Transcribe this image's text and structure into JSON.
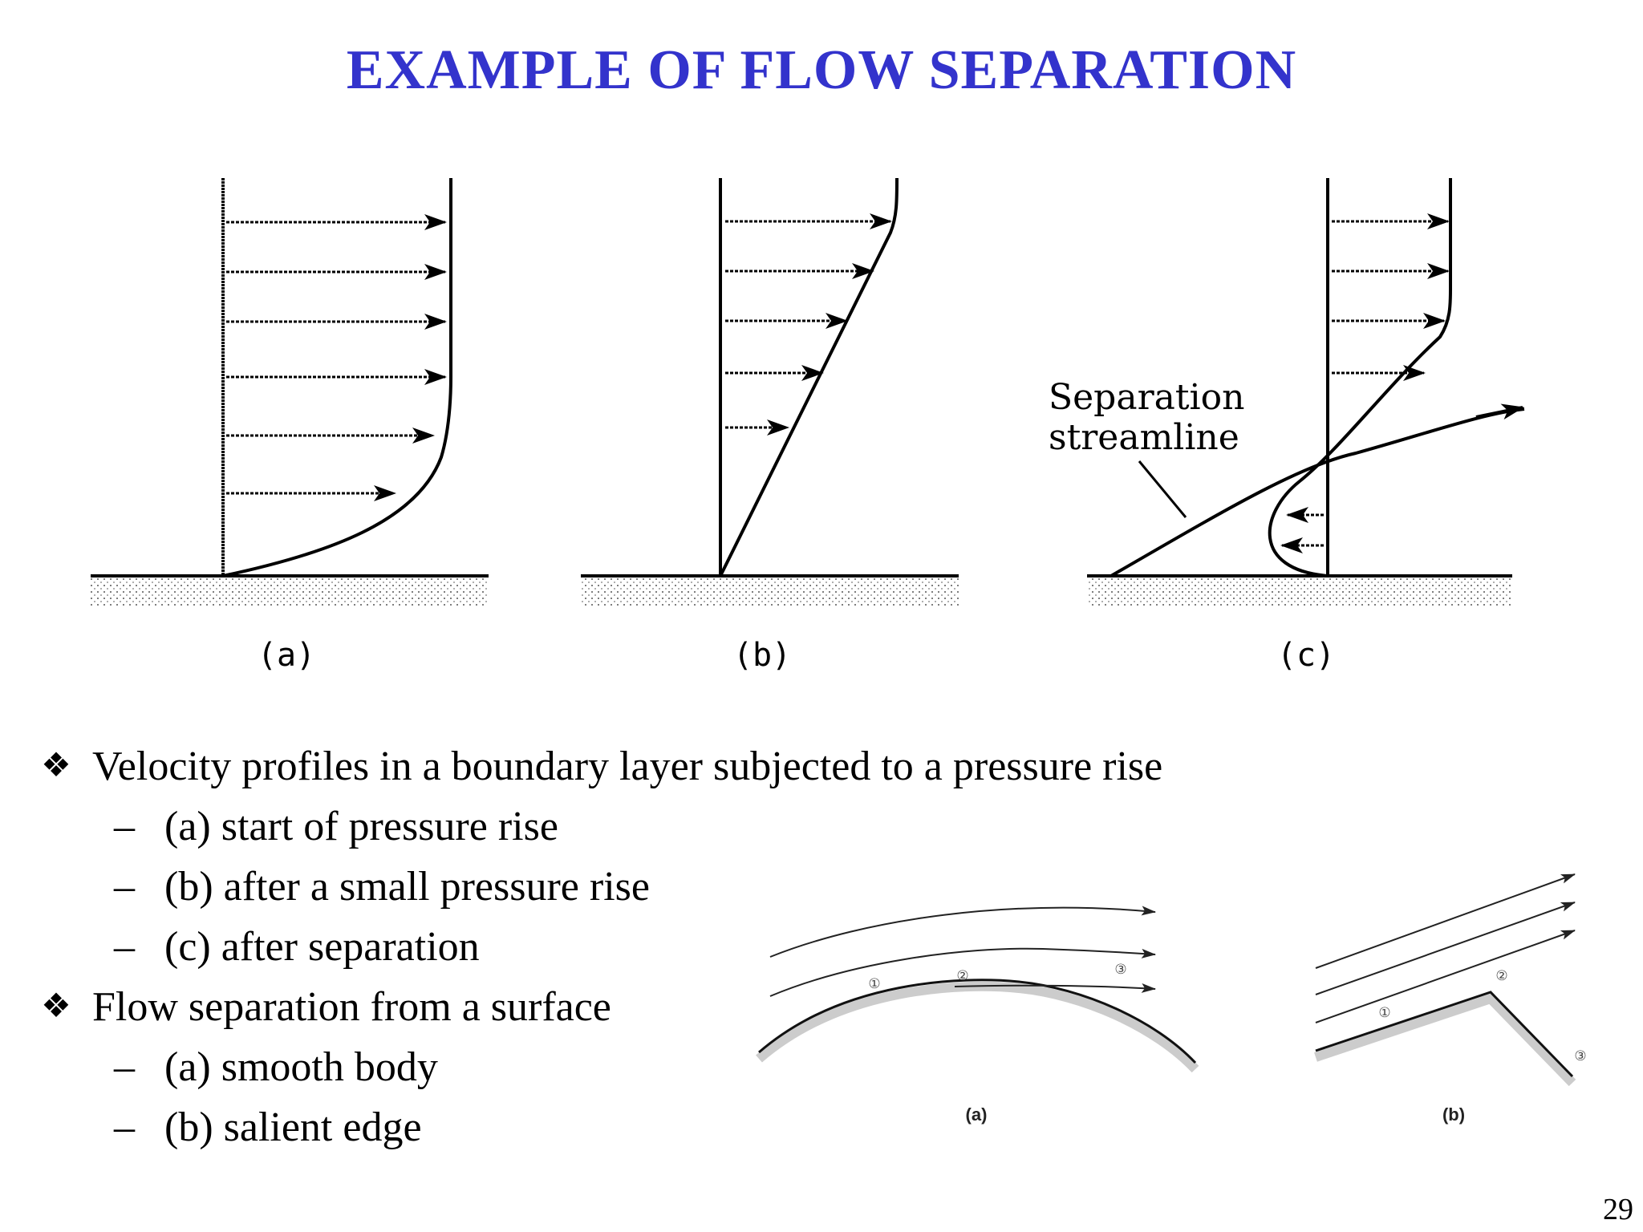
{
  "slide": {
    "title": "EXAMPLE OF FLOW SEPARATION",
    "page_number": "29"
  },
  "figure_top": {
    "labels": [
      "(a)",
      "(b)",
      "(c)"
    ],
    "separation_label_line1": "Separation",
    "separation_label_line2": "streamline"
  },
  "figure_bottom": {
    "labels": [
      "(a)",
      "(b)"
    ],
    "station_markers_a": [
      "①",
      "②",
      "③"
    ],
    "station_markers_b": [
      "①",
      "②",
      "③"
    ]
  },
  "bullets": [
    {
      "level": 1,
      "marker": "❖",
      "text": "Velocity profiles in a boundary layer subjected to a pressure rise"
    },
    {
      "level": 2,
      "marker": "–",
      "text": "(a) start of pressure rise"
    },
    {
      "level": 2,
      "marker": "–",
      "text": "(b) after a small pressure rise"
    },
    {
      "level": 2,
      "marker": "–",
      "text": "(c) after separation"
    },
    {
      "level": 1,
      "marker": "❖",
      "text": "Flow separation from a surface"
    },
    {
      "level": 2,
      "marker": "–",
      "text": "(a) smooth body"
    },
    {
      "level": 2,
      "marker": "–",
      "text": "(b) salient edge"
    }
  ]
}
